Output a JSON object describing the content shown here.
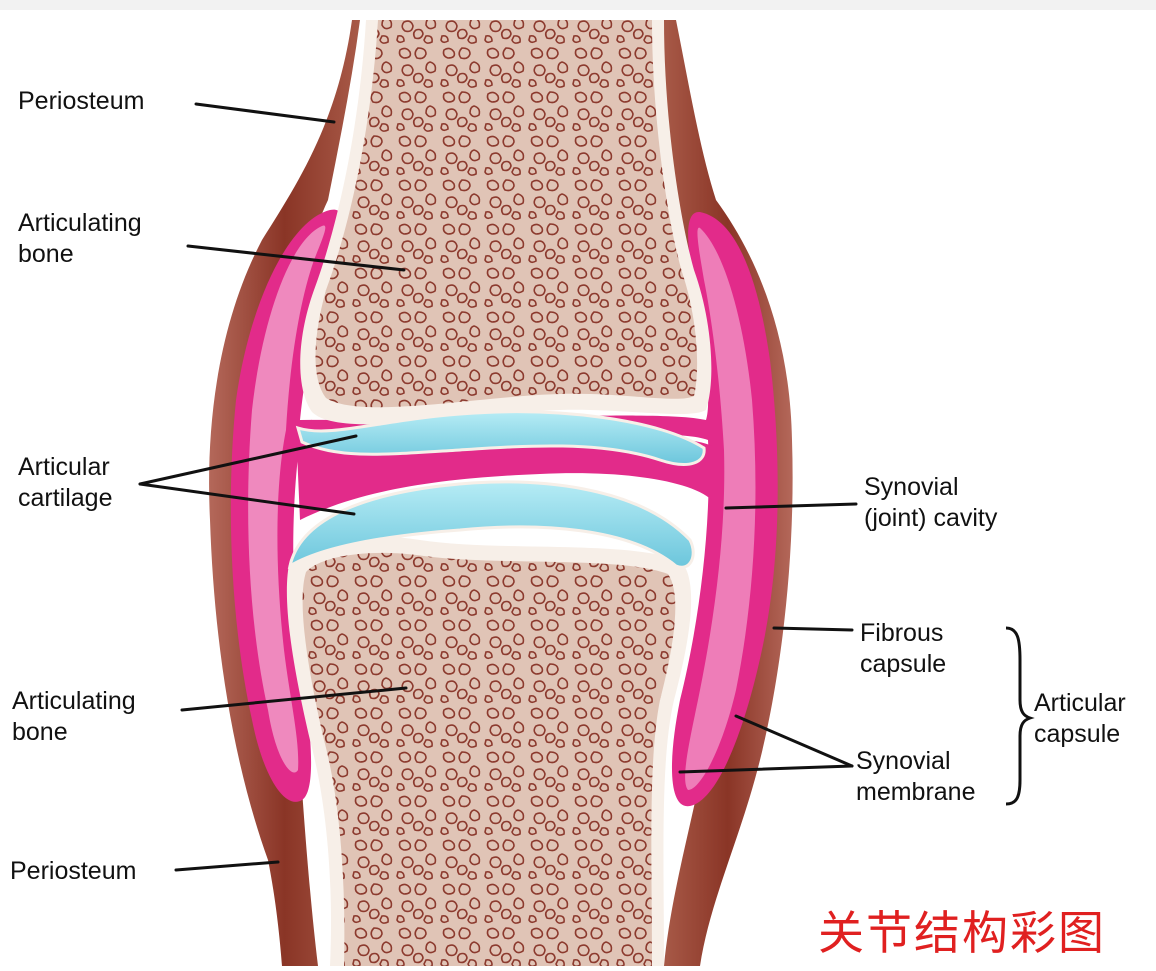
{
  "labels": {
    "periosteum_top": "Periosteum",
    "articulating_bone_top": [
      "Articulating",
      "bone"
    ],
    "articular_cartilage": [
      "Articular",
      "cartilage"
    ],
    "articulating_bone_bottom": [
      "Articulating",
      "bone"
    ],
    "periosteum_bottom": "Periosteum",
    "synovial_cavity": [
      "Synovial",
      "(joint) cavity"
    ],
    "fibrous_capsule": [
      "Fibrous",
      "capsule"
    ],
    "synovial_membrane": [
      "Synovial",
      "membrane"
    ],
    "articular_capsule": [
      "Articular",
      "capsule"
    ]
  },
  "caption": "关节结构彩图",
  "colors": {
    "periosteum": "#9a4a3a",
    "bone_fill": "#d9b8a8",
    "bone_pattern": "#8c3a2e",
    "synovial_pink": "#e22b8a",
    "membrane_light": "#f08ac0",
    "cartilage": "#8fd6e6",
    "caption_red": "#e02020"
  }
}
